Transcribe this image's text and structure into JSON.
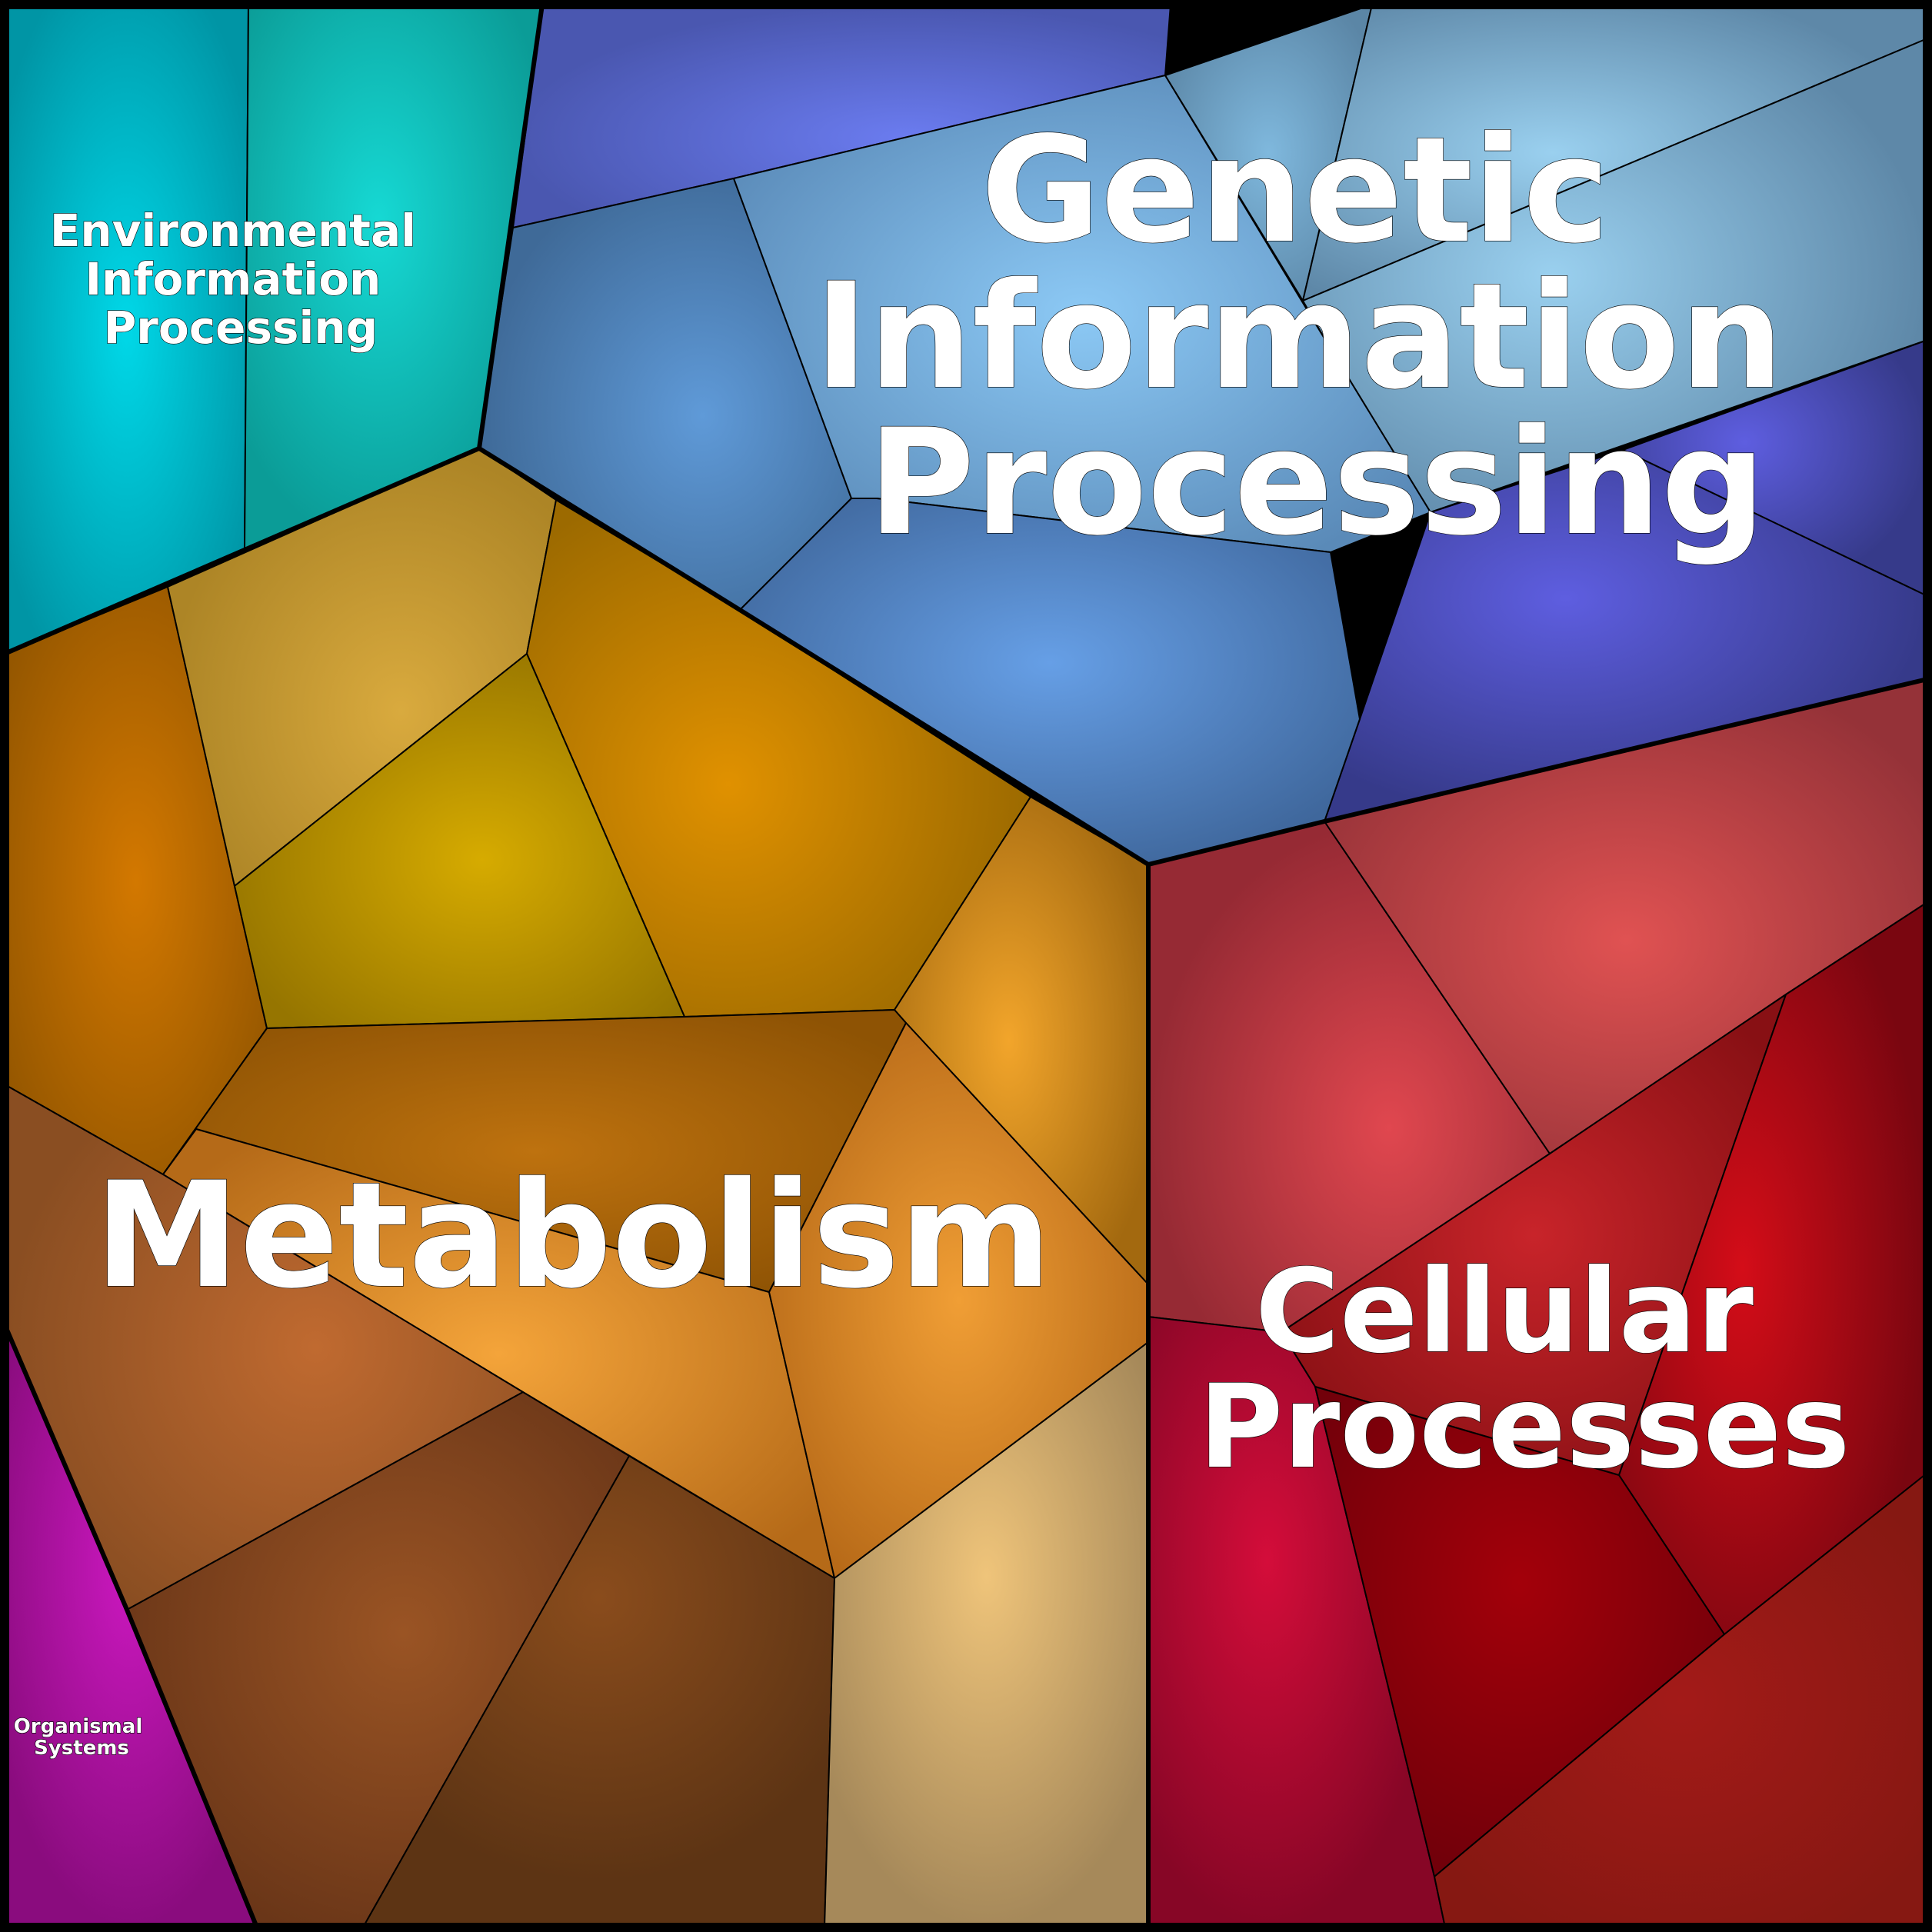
{
  "diagram": {
    "type": "voronoi-treemap",
    "colors": {
      "metabolism": "#b5781a",
      "genetic_information_processing": "#4f7fb5",
      "environmental_information_processing": "#0fa3a3",
      "cellular_processes": "#a3222c",
      "organismal_systems": "#b0159e",
      "border": "#000000",
      "label_text": "#ffffff"
    },
    "groups": [
      {
        "id": "metabolism",
        "label": "Metabolism"
      },
      {
        "id": "genetic",
        "label_lines": [
          "Genetic",
          "Information",
          "Processing"
        ]
      },
      {
        "id": "environmental",
        "label_lines": [
          "Environmental",
          "Information",
          "Processing"
        ]
      },
      {
        "id": "cellular",
        "label_lines": [
          "Cellular",
          "Processes"
        ]
      },
      {
        "id": "organismal",
        "label_lines": [
          "Organismal",
          "Systems"
        ]
      }
    ]
  }
}
